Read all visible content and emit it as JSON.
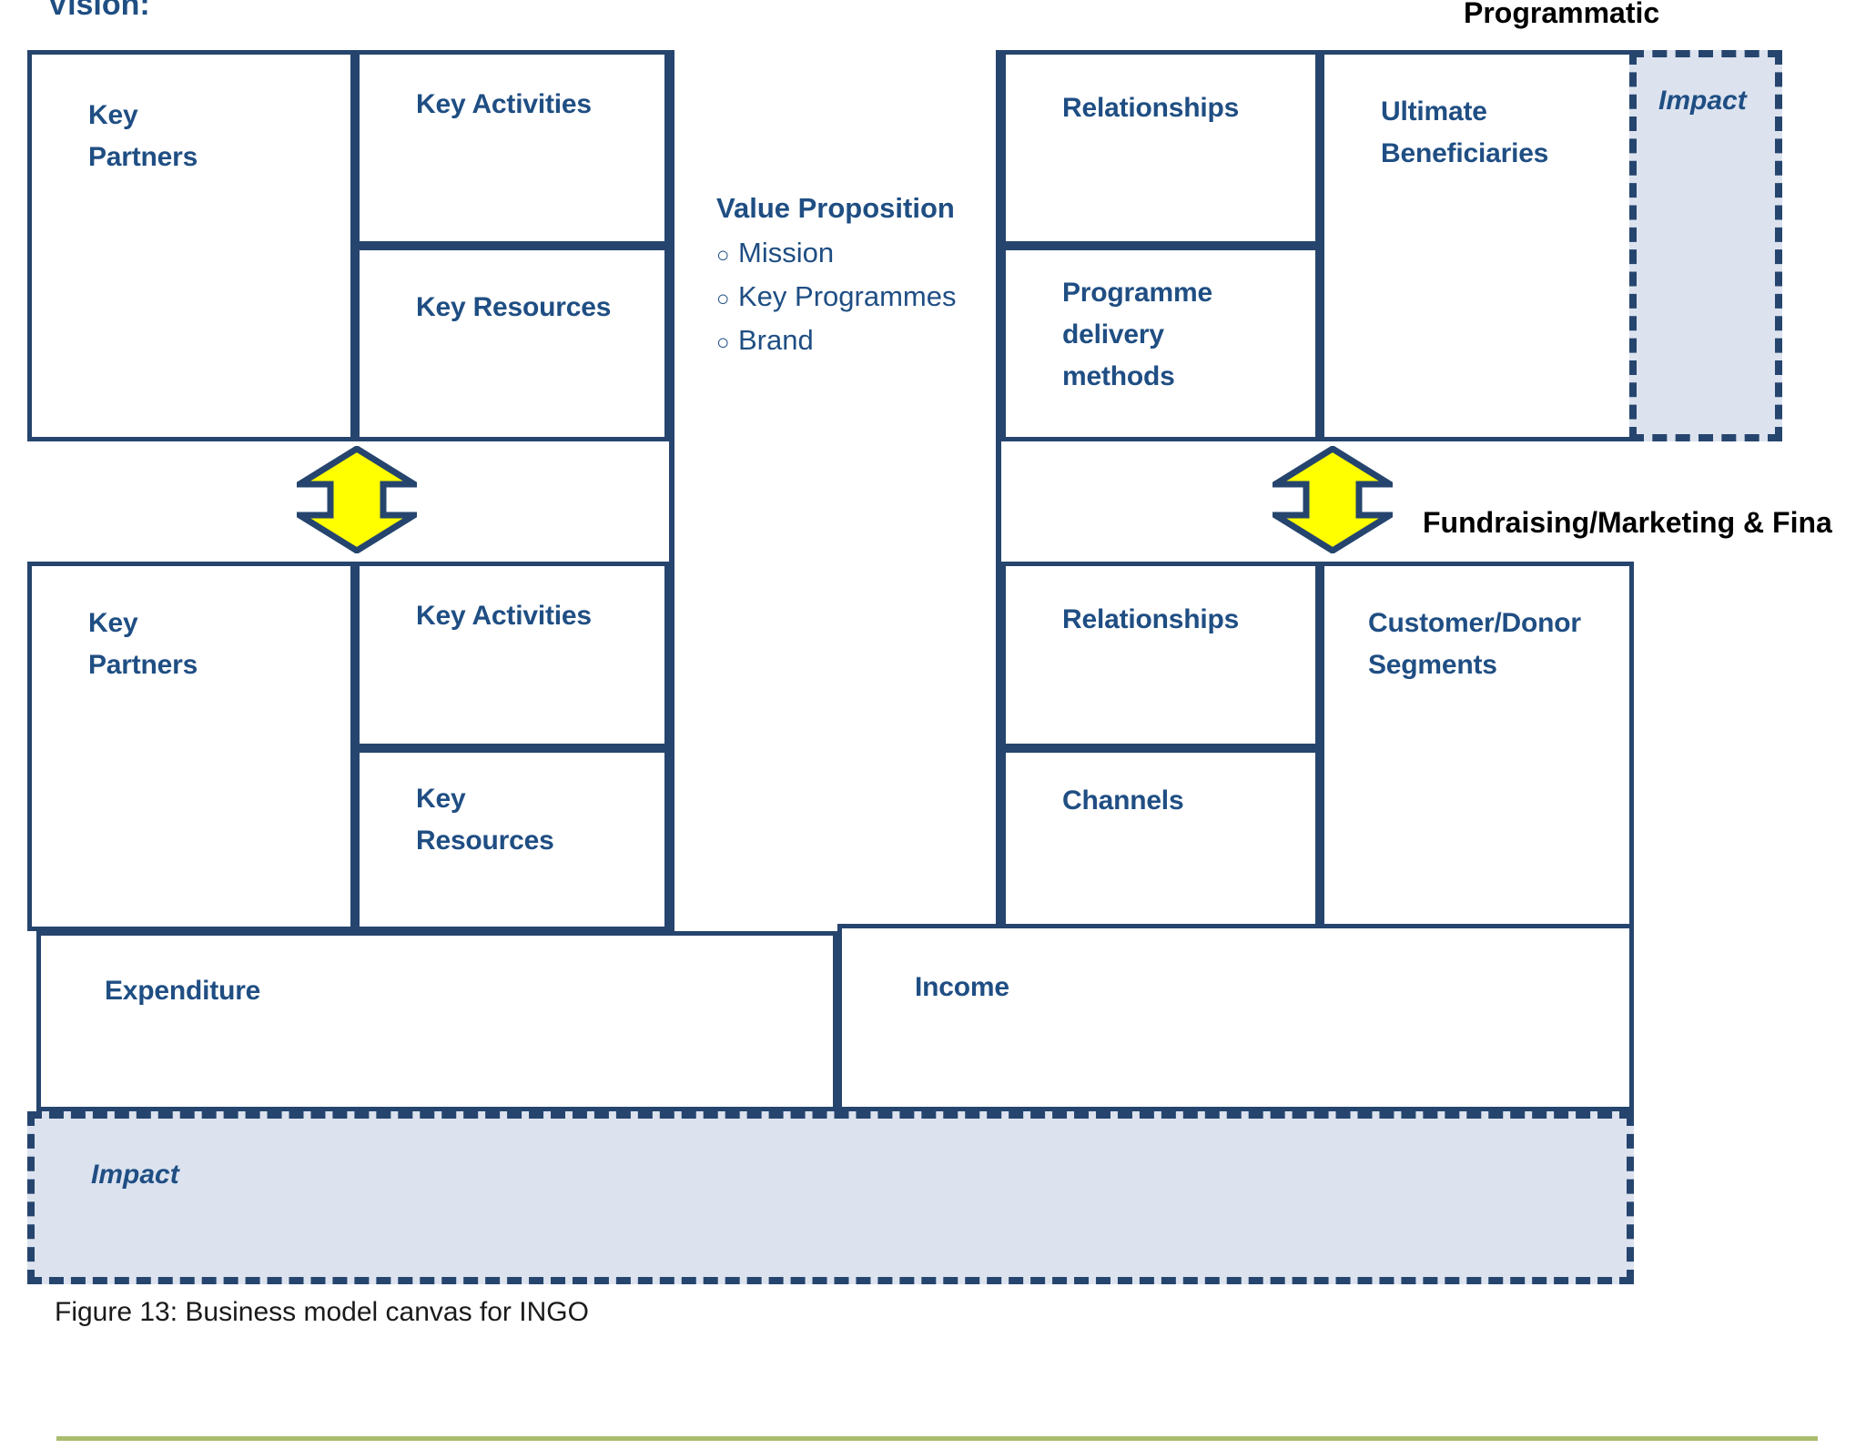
{
  "figure": {
    "caption": "Figure 13: Business model canvas for INGO",
    "accent_line_color": "#a9bd6e"
  },
  "colors": {
    "border": "#26456e",
    "label_blue": "#1f4e83",
    "impact_fill": "#dce3ef",
    "arrow_fill": "#ffff00",
    "arrow_stroke": "#26456e",
    "heading_black": "#000000"
  },
  "headings": {
    "vision": "Vision:",
    "programmatic": "Programmatic",
    "fundraising": "Fundraising/Marketing & Fina"
  },
  "programmatic_canvas": {
    "key_partners": "Key\nPartners",
    "key_activities": "Key Activities",
    "key_resources": "Key Resources",
    "relationships": "Relationships",
    "programme_delivery": "Programme\ndelivery\nmethods",
    "ultimate_beneficiaries": "Ultimate\nBeneficiaries",
    "impact": "Impact"
  },
  "value_proposition": {
    "title": "Value Proposition",
    "bullet_glyph": "○",
    "items": [
      "Mission",
      "Key Programmes",
      "Brand"
    ]
  },
  "fundraising_canvas": {
    "key_partners": "Key\nPartners",
    "key_activities": "Key Activities",
    "key_resources": "Key\nResources",
    "relationships": "Relationships",
    "channels": "Channels",
    "customer_donor_segments": "Customer/Donor\nSegments"
  },
  "financials": {
    "expenditure": "Expenditure",
    "income": "Income"
  },
  "bottom_impact": {
    "label": "Impact"
  },
  "arrows": [
    {
      "name": "arrow-left",
      "direction": "up-down"
    },
    {
      "name": "arrow-right",
      "direction": "up-down"
    }
  ]
}
